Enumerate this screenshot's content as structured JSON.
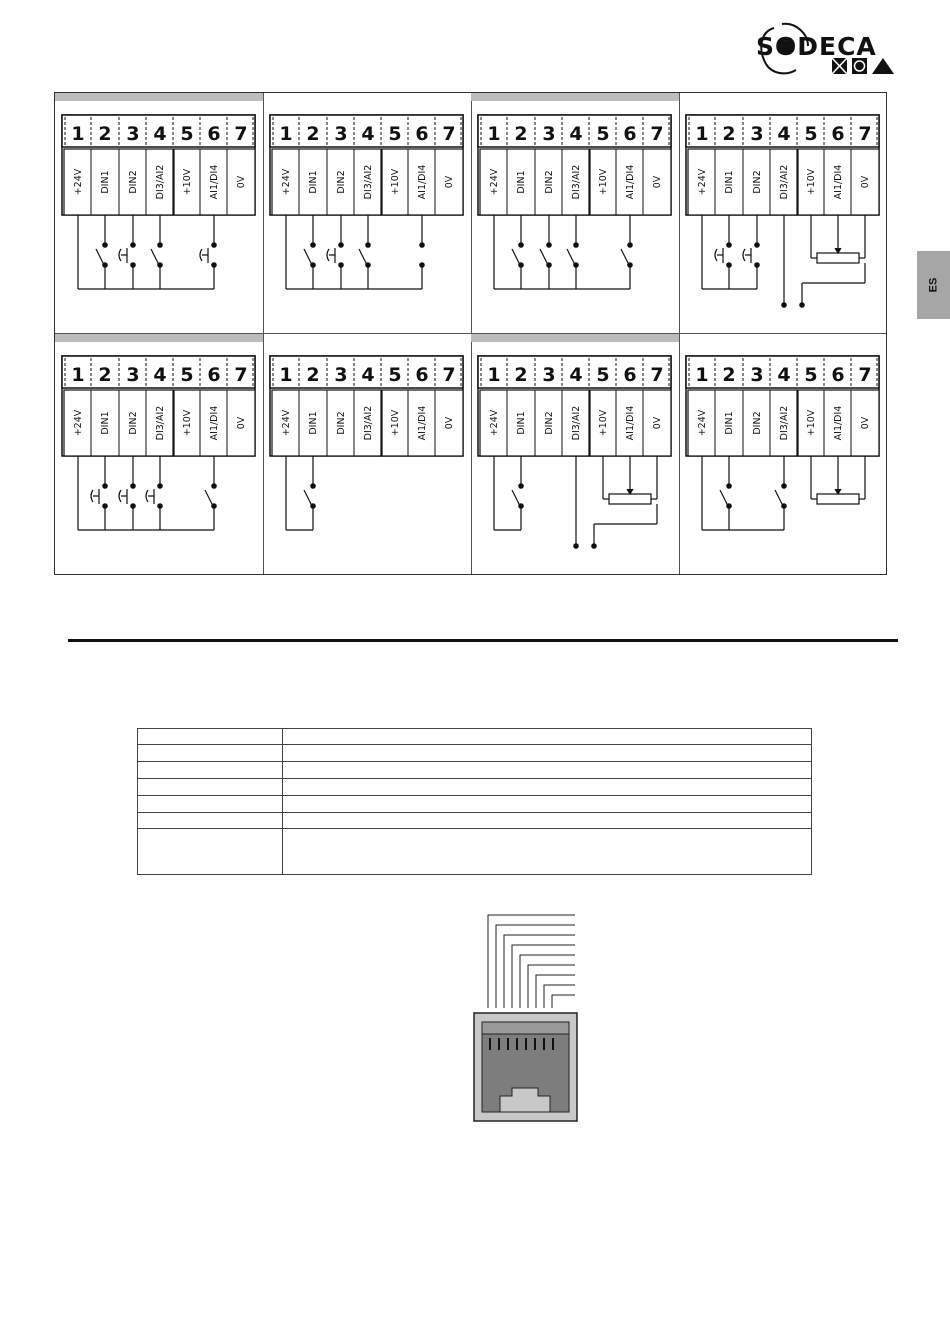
{
  "brand": {
    "name": "SODECA",
    "trademark": "®"
  },
  "language_tab": "ES",
  "terminal_numbers": [
    "1",
    "2",
    "3",
    "4",
    "5",
    "6",
    "7"
  ],
  "terminal_labels": [
    "+24V",
    "DIN1",
    "DIN2",
    "DI3/AI2",
    "+10V",
    "AI1/DI4",
    "0V"
  ],
  "panels": [
    {
      "id": "p1",
      "header_shaded": true
    },
    {
      "id": "p2",
      "header_shaded": false
    },
    {
      "id": "p3",
      "header_shaded": true
    },
    {
      "id": "p4",
      "header_shaded": false
    },
    {
      "id": "p5",
      "header_shaded": true
    },
    {
      "id": "p6",
      "header_shaded": false
    },
    {
      "id": "p7",
      "header_shaded": true
    },
    {
      "id": "p8",
      "header_shaded": false
    }
  ],
  "table": {
    "rows": 6
  },
  "colors": {
    "shade": "#bdbdbd",
    "ink": "#111111",
    "connector_body": "#7d7d7d",
    "connector_frame": "#c8c8c8"
  }
}
